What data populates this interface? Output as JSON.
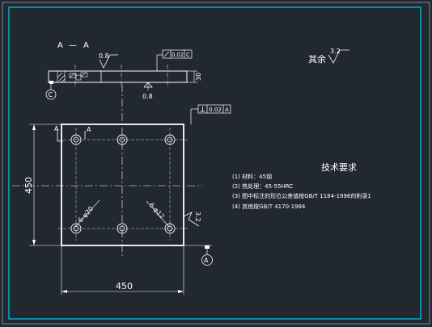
{
  "section_label": {
    "left": "A",
    "dash": "—",
    "right": "A"
  },
  "roughness": {
    "top": "0.8",
    "bottom": "0.8",
    "rest_prefix": "其余",
    "rest_value": "3.2",
    "side": "3.2"
  },
  "dimensions": {
    "thickness": "30",
    "width": "450",
    "height": "450",
    "hole_small": "6-φ20",
    "hole_large": "6-φ12"
  },
  "datum": {
    "c": "C",
    "a": "A"
  },
  "tolerance_frames": {
    "flatness": {
      "symbol": "⏥",
      "value": "0.02",
      "datum": "C"
    },
    "perpendicularity": {
      "symbol": "⊥",
      "value": "0.02",
      "datum": "A"
    }
  },
  "section_cut": {
    "left": "A",
    "right": "A"
  },
  "requirements": {
    "title": "技术要求",
    "items": [
      "(1) 材料：45钢",
      "(2) 热处理：45-55HRC",
      "(3) 图中标注的形位公差值按GB/T 1184-1996的附录1",
      "(4) 其他按GB/T 4170-1984"
    ]
  },
  "colors": {
    "background": "#212830",
    "border": "#00b4d8",
    "lines": "#ffffff"
  }
}
